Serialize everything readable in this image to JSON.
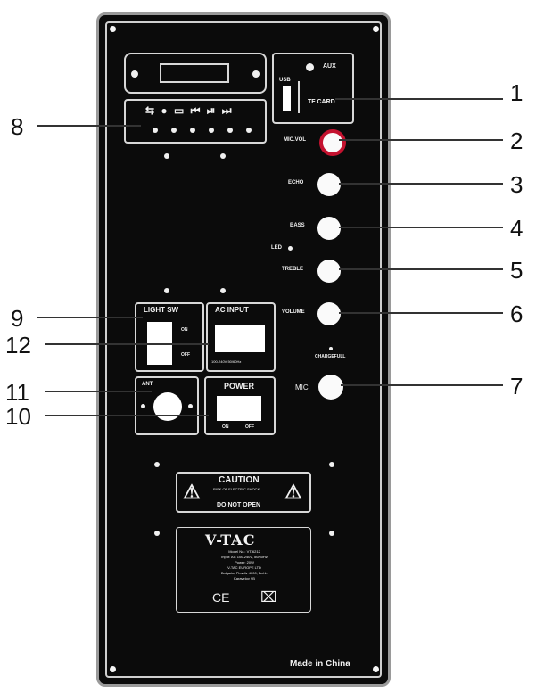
{
  "panel": {
    "labels": {
      "aux": "AUX",
      "usb": "USB",
      "tf_card": "TF CARD",
      "mic_vol": "MIC.VOL",
      "echo": "ECHO",
      "bass": "BASS",
      "led": "LED",
      "treble": "TREBLE",
      "volume": "VOLUME",
      "charge_full": "CHARGEFULL",
      "mic": "MIC",
      "light_sw": "LIGHT SW",
      "on": "ON",
      "off": "OFF",
      "ac_input": "AC INPUT",
      "ac_rating": "100-240V 50/60Hz",
      "ant": "ANT",
      "power": "POWER",
      "power_on": "ON",
      "power_off": "OFF",
      "caution": "CAUTION",
      "caution_sub": "RISK OF ELECTRIC SHOCK",
      "do_not_open": "DO NOT OPEN",
      "brand": "V-TAC",
      "made_in": "Made in China",
      "media_buttons": "⇆ ● ▭ ⏮ ⏯ ⏭"
    },
    "rating_label_lines": [
      "Model No.: VT-6212",
      "Input: AC 100-240V, 50/60Hz",
      "Power: 20W",
      "V-TAC EUROPE LTD",
      "Bulgaria, Plovdiv 4000, Bul.L.",
      "Karavelov 9B"
    ],
    "ce_mark": "CE"
  },
  "callouts": [
    "1",
    "2",
    "3",
    "4",
    "5",
    "6",
    "7",
    "8",
    "9",
    "10",
    "11",
    "12"
  ],
  "colors": {
    "panel": "#0b0b0b",
    "line": "#333333",
    "knob_ring": "#c4122f"
  }
}
